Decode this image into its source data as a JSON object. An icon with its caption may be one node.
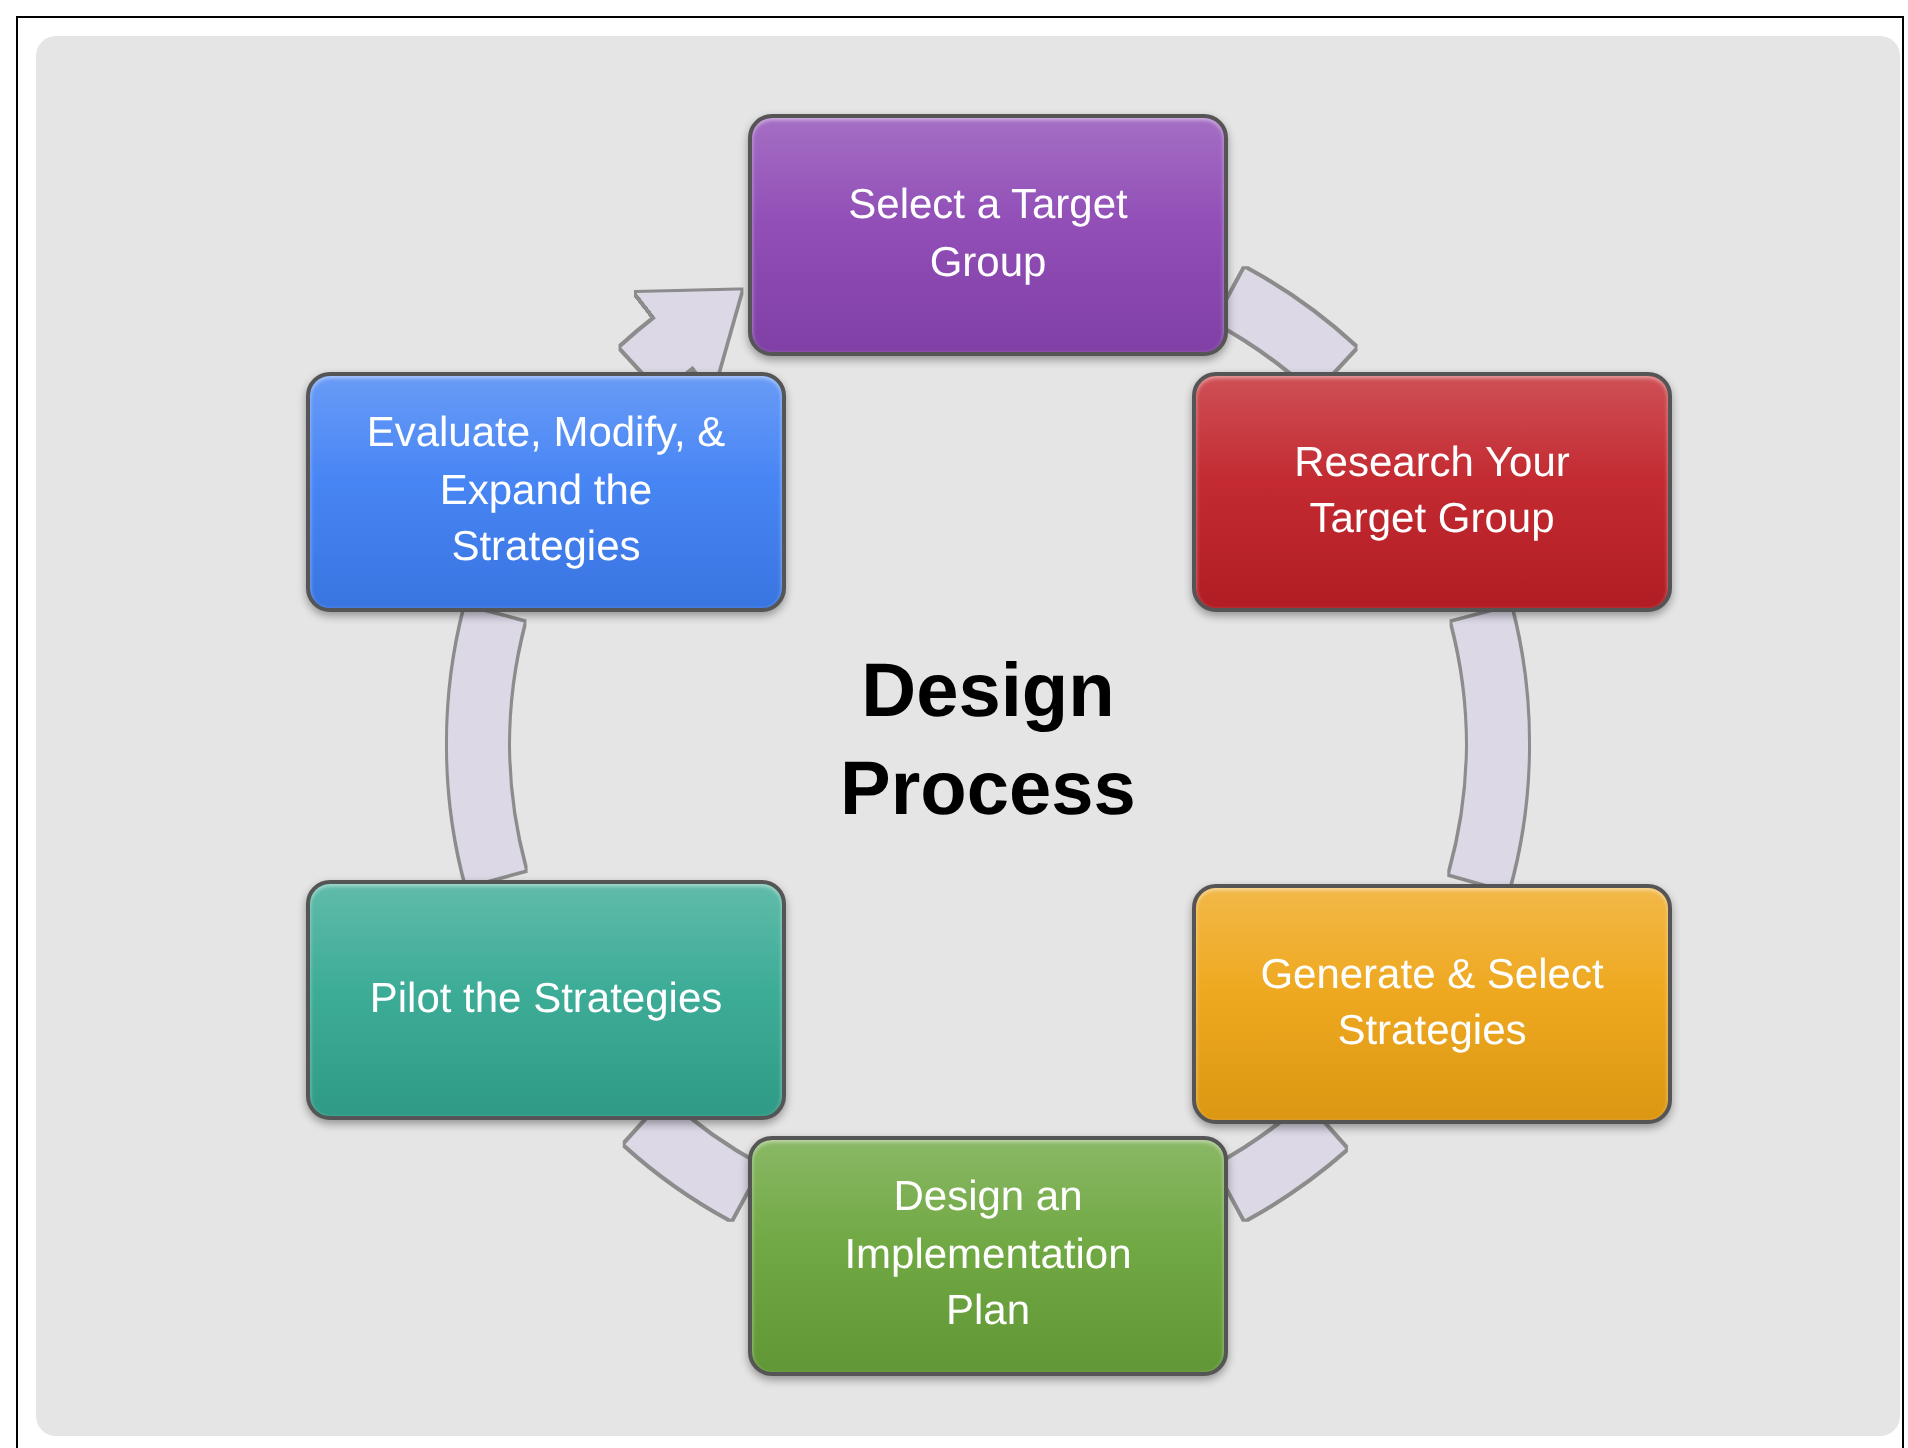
{
  "diagram": {
    "title": "Design Process",
    "nodes": [
      {
        "text": [
          "Select a Target Group"
        ]
      },
      {
        "text": [
          "Research Your Target Group"
        ]
      },
      {
        "text": [
          "Generate & Select Strategies"
        ]
      },
      {
        "text": [
          "Design an Implementation Plan"
        ]
      },
      {
        "text": [
          "Pilot the Strategies"
        ]
      },
      {
        "text": [
          "Evaluate, Modify, & Expand the Strategies"
        ]
      }
    ],
    "edges": [
      {
        "from": 0,
        "to": 1,
        "arrow": "none"
      },
      {
        "from": 1,
        "to": 2,
        "arrow": "none"
      },
      {
        "from": 2,
        "to": 3,
        "arrow": "none"
      },
      {
        "from": 3,
        "to": 4,
        "arrow": "none"
      },
      {
        "from": 4,
        "to": 5,
        "arrow": "none"
      },
      {
        "from": 5,
        "to": 0,
        "arrow": "to"
      }
    ]
  }
}
